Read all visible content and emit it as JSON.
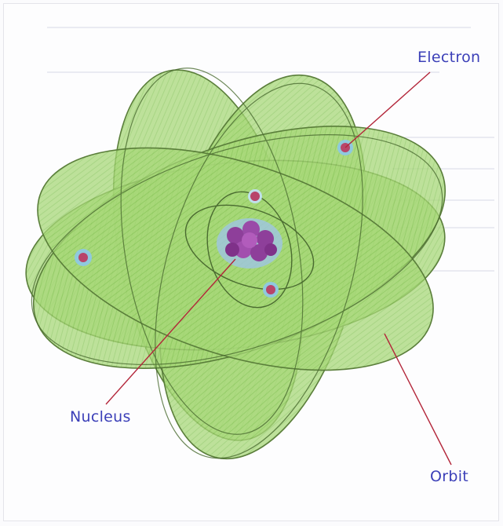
{
  "labels": {
    "electron": "Electron",
    "nucleus": "Nucleus",
    "orbit": "Orbit"
  },
  "colors": {
    "orbit_fill": "#9fd26a",
    "orbit_stroke": "#5a7e3a",
    "nucleus": "#8e3f9a",
    "electron": "#b8456a",
    "electron_halo": "#8fc9de",
    "leader_line": "#b3263a",
    "label_text": "#3b3fb8"
  }
}
